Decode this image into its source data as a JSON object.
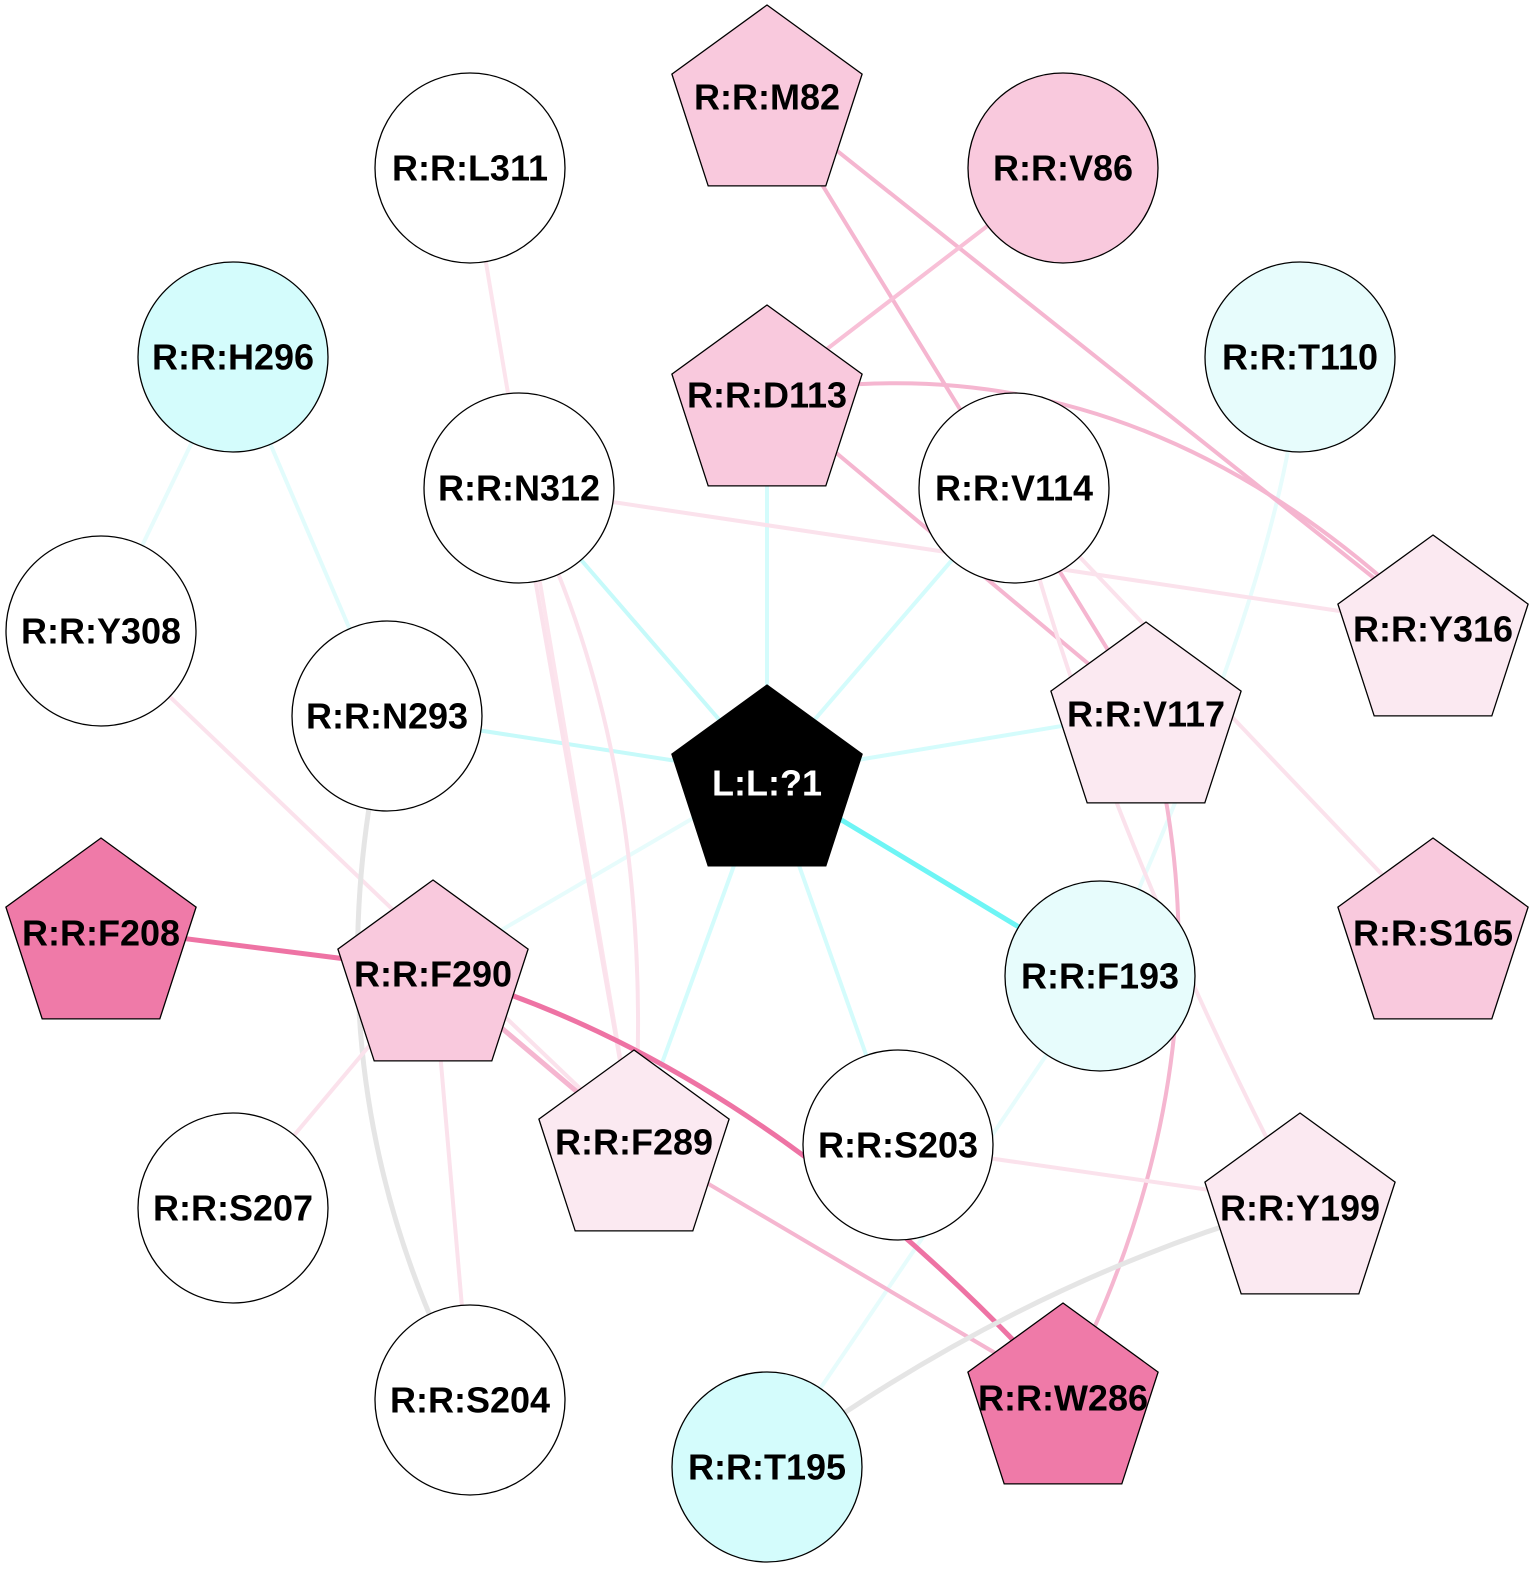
{
  "diagram": {
    "type": "network",
    "nodes": [
      {
        "id": "L:L:?1",
        "label": "L:L:?1",
        "shape": "pentagon",
        "fill": "#000000",
        "text_color": "#ffffff"
      },
      {
        "id": "R:R:M82",
        "label": "R:R:M82",
        "shape": "pentagon",
        "fill": "#f9c9dd"
      },
      {
        "id": "R:R:V86",
        "label": "R:R:V86",
        "shape": "circle",
        "fill": "#f9c9dd"
      },
      {
        "id": "R:R:L311",
        "label": "R:R:L311",
        "shape": "circle",
        "fill": "#ffffff"
      },
      {
        "id": "R:R:H296",
        "label": "R:R:H296",
        "shape": "circle",
        "fill": "#d4fcfc"
      },
      {
        "id": "R:R:D113",
        "label": "R:R:D113",
        "shape": "pentagon",
        "fill": "#f9c9dd"
      },
      {
        "id": "R:R:T110",
        "label": "R:R:T110",
        "shape": "circle",
        "fill": "#e7fcfc"
      },
      {
        "id": "R:R:N312",
        "label": "R:R:N312",
        "shape": "circle",
        "fill": "#ffffff"
      },
      {
        "id": "R:R:V114",
        "label": "R:R:V114",
        "shape": "circle",
        "fill": "#ffffff"
      },
      {
        "id": "R:R:Y308",
        "label": "R:R:Y308",
        "shape": "circle",
        "fill": "#ffffff"
      },
      {
        "id": "R:R:Y316",
        "label": "R:R:Y316",
        "shape": "pentagon",
        "fill": "#fbe9f1"
      },
      {
        "id": "R:R:N293",
        "label": "R:R:N293",
        "shape": "circle",
        "fill": "#ffffff"
      },
      {
        "id": "R:R:V117",
        "label": "R:R:V117",
        "shape": "pentagon",
        "fill": "#fbe9f1"
      },
      {
        "id": "R:R:F208",
        "label": "R:R:F208",
        "shape": "pentagon",
        "fill": "#ef7aa8"
      },
      {
        "id": "R:R:S165",
        "label": "R:R:S165",
        "shape": "pentagon",
        "fill": "#f9c9dd"
      },
      {
        "id": "R:R:F290",
        "label": "R:R:F290",
        "shape": "pentagon",
        "fill": "#f9c9dd"
      },
      {
        "id": "R:R:F193",
        "label": "R:R:F193",
        "shape": "circle",
        "fill": "#e7fcfc"
      },
      {
        "id": "R:R:F289",
        "label": "R:R:F289",
        "shape": "pentagon",
        "fill": "#fbe9f1"
      },
      {
        "id": "R:R:S203",
        "label": "R:R:S203",
        "shape": "circle",
        "fill": "#ffffff"
      },
      {
        "id": "R:R:S207",
        "label": "R:R:S207",
        "shape": "circle",
        "fill": "#ffffff"
      },
      {
        "id": "R:R:Y199",
        "label": "R:R:Y199",
        "shape": "pentagon",
        "fill": "#fbe9f1"
      },
      {
        "id": "R:R:S204",
        "label": "R:R:S204",
        "shape": "circle",
        "fill": "#ffffff"
      },
      {
        "id": "R:R:W286",
        "label": "R:R:W286",
        "shape": "pentagon",
        "fill": "#ef7aa8"
      },
      {
        "id": "R:R:T195",
        "label": "R:R:T195",
        "shape": "circle",
        "fill": "#d4fcfc"
      }
    ],
    "edges": [
      {
        "source": "L:L:?1",
        "target": "R:R:D113",
        "color": "#d4fcfc",
        "weight": 4
      },
      {
        "source": "L:L:?1",
        "target": "R:R:N312",
        "color": "#c6fafa",
        "weight": 4
      },
      {
        "source": "L:L:?1",
        "target": "R:R:V114",
        "color": "#d4fcfc",
        "weight": 4
      },
      {
        "source": "L:L:?1",
        "target": "R:R:N293",
        "color": "#c6fafa",
        "weight": 4
      },
      {
        "source": "L:L:?1",
        "target": "R:R:V117",
        "color": "#d4fcfc",
        "weight": 4
      },
      {
        "source": "L:L:?1",
        "target": "R:R:F193",
        "color": "#6ef5f5",
        "weight": 5
      },
      {
        "source": "L:L:?1",
        "target": "R:R:F290",
        "color": "#e7fcfc",
        "weight": 4
      },
      {
        "source": "L:L:?1",
        "target": "R:R:F289",
        "color": "#d4fcfc",
        "weight": 4
      },
      {
        "source": "L:L:?1",
        "target": "R:R:S203",
        "color": "#d4fcfc",
        "weight": 4
      },
      {
        "source": "R:R:H296",
        "target": "R:R:Y308",
        "color": "#e7fcfc",
        "weight": 4
      },
      {
        "source": "R:R:H296",
        "target": "R:R:N293",
        "color": "#e2fcfc",
        "weight": 4
      },
      {
        "source": "R:R:T110",
        "target": "R:R:F193",
        "color": "#e7fcfc",
        "weight": 4,
        "curve": "arc"
      },
      {
        "source": "R:R:F193",
        "target": "R:R:T195",
        "color": "#e7fcfc",
        "weight": 4
      },
      {
        "source": "R:R:M82",
        "target": "R:R:Y316",
        "color": "#f5b6d0",
        "weight": 4
      },
      {
        "source": "R:R:M82",
        "target": "R:R:V117",
        "color": "#f5b6d0",
        "weight": 4
      },
      {
        "source": "R:R:V86",
        "target": "R:R:D113",
        "color": "#f8c0d7",
        "weight": 4
      },
      {
        "source": "R:R:D113",
        "target": "R:R:Y316",
        "color": "#f5b6d0",
        "weight": 4,
        "curve": "arc"
      },
      {
        "source": "R:R:D113",
        "target": "R:R:V117",
        "color": "#f5b6d0",
        "weight": 4
      },
      {
        "source": "R:R:L311",
        "target": "R:R:F289",
        "color": "#fce4ed",
        "weight": 4
      },
      {
        "source": "R:R:N312",
        "target": "R:R:Y316",
        "color": "#fbe2ec",
        "weight": 4
      },
      {
        "source": "R:R:N312",
        "target": "R:R:F289",
        "color": "#fbe2ec",
        "weight": 4
      },
      {
        "source": "R:R:N312",
        "target": "R:R:F289",
        "color": "#fbe2ec",
        "weight": 4,
        "curve": "arc2"
      },
      {
        "source": "R:R:V114",
        "target": "R:R:S165",
        "color": "#fbe2ec",
        "weight": 4
      },
      {
        "source": "R:R:V114",
        "target": "R:R:Y199",
        "color": "#fbe2ec",
        "weight": 4,
        "curve": "arc"
      },
      {
        "source": "R:R:V117",
        "target": "R:R:W286",
        "color": "#f5b6d0",
        "weight": 4,
        "curve": "arc"
      },
      {
        "source": "R:R:Y308",
        "target": "R:R:F289",
        "color": "#fbe2ec",
        "weight": 4
      },
      {
        "source": "R:R:N293",
        "target": "R:R:S204",
        "color": "#e5e5e5",
        "weight": 5,
        "curve": "arc"
      },
      {
        "source": "R:R:F208",
        "target": "R:R:F290",
        "color": "#ee73a4",
        "weight": 5
      },
      {
        "source": "R:R:F290",
        "target": "R:R:W286",
        "color": "#ee73a4",
        "weight": 5,
        "curve": "arc"
      },
      {
        "source": "R:R:F290",
        "target": "R:R:F289",
        "color": "#f5b6d0",
        "weight": 5
      },
      {
        "source": "R:R:F290",
        "target": "R:R:S207",
        "color": "#fbe2ec",
        "weight": 4
      },
      {
        "source": "R:R:F290",
        "target": "R:R:S204",
        "color": "#fbe2ec",
        "weight": 4
      },
      {
        "source": "R:R:F289",
        "target": "R:R:W286",
        "color": "#f5b6d0",
        "weight": 4
      },
      {
        "source": "R:R:S203",
        "target": "R:R:Y199",
        "color": "#fbe2ec",
        "weight": 4
      },
      {
        "source": "R:R:Y199",
        "target": "R:R:T195",
        "color": "#e5e5e5",
        "weight": 5,
        "curve": "arc"
      }
    ]
  }
}
